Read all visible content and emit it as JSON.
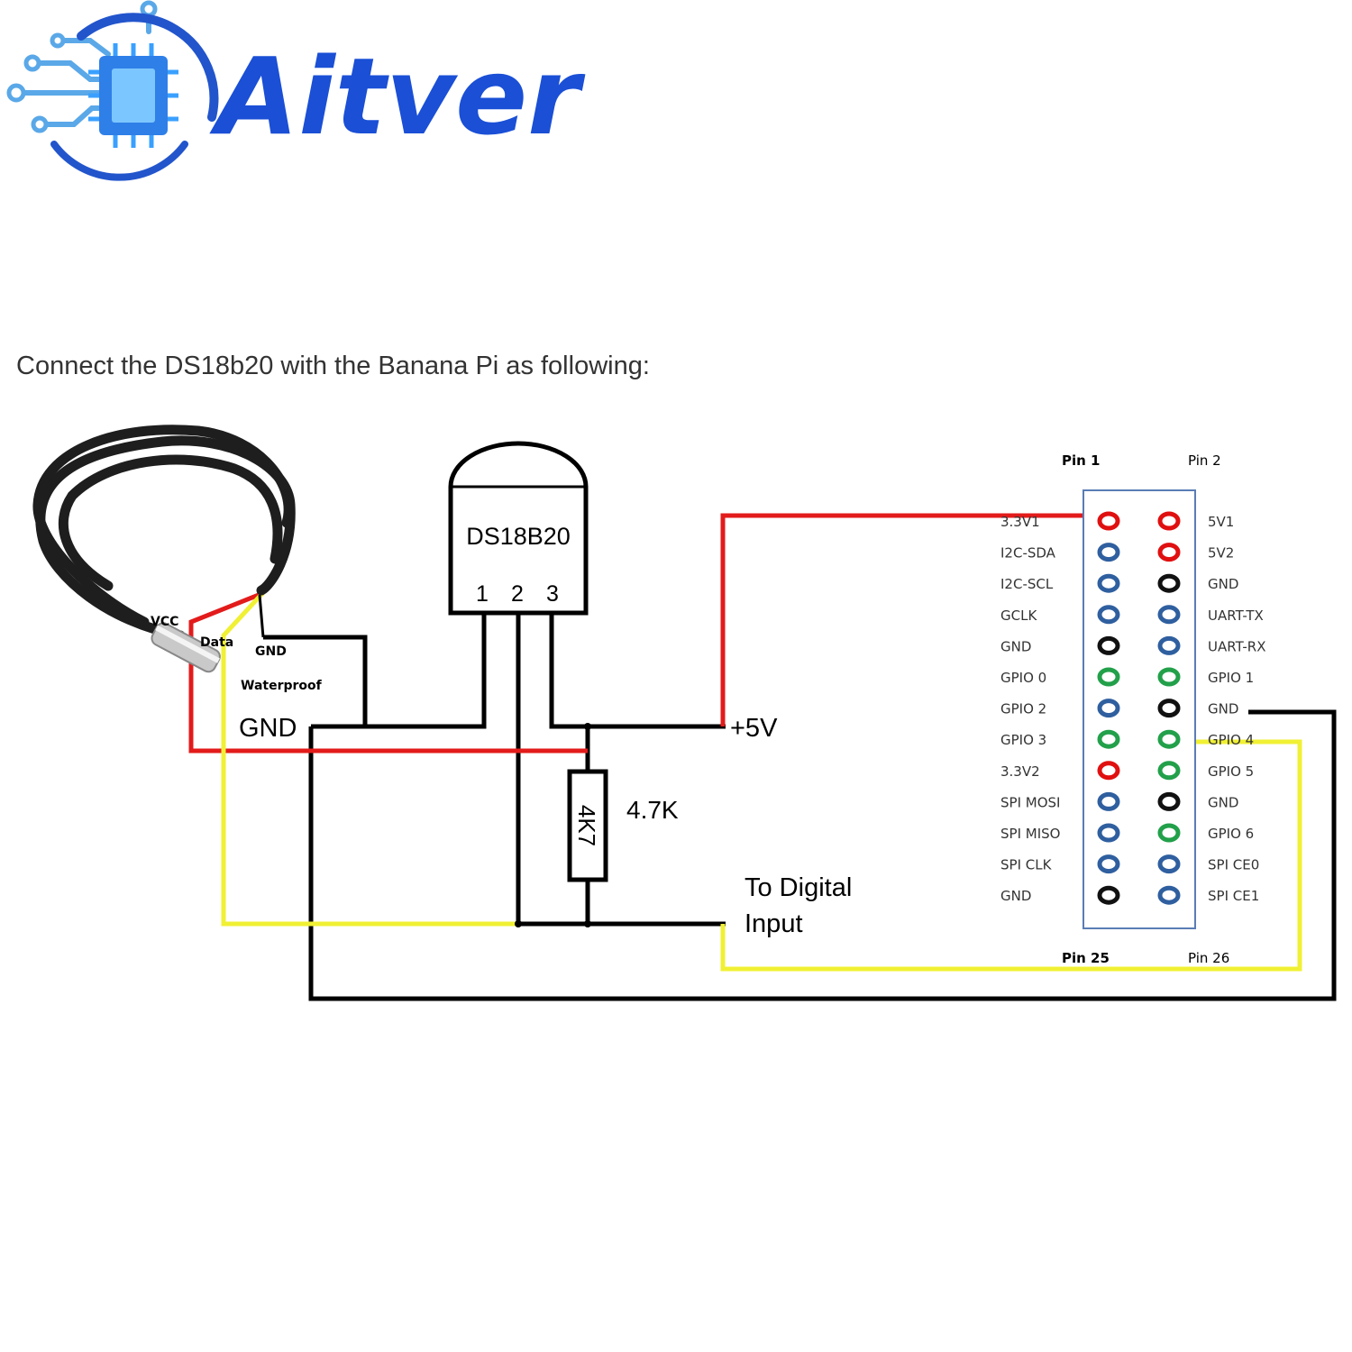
{
  "brand": {
    "name": "Aitver",
    "color": "#1a4fd6"
  },
  "instruction": "Connect the DS18b20 with the Banana Pi as following:",
  "sensor_probe": {
    "labels": [
      "VCC",
      "Data",
      "GND",
      "Waterproof"
    ]
  },
  "ic": {
    "name": "DS18B20",
    "pins": [
      "1",
      "2",
      "3"
    ]
  },
  "circuit": {
    "gnd_label": "GND",
    "vcc_label": "+5V",
    "resistor_body": "4K7",
    "resistor_value": "4.7K",
    "digital_input_line1": "To Digital",
    "digital_input_line2": "Input"
  },
  "header": {
    "pin1_label": "Pin 1",
    "pin2_label": "Pin 2",
    "pin25_label": "Pin 25",
    "pin26_label": "Pin 26",
    "left_labels": [
      "3.3V1",
      "I2C-SDA",
      "I2C-SCL",
      "GCLK",
      "GND",
      "GPIO 0",
      "GPIO 2",
      "GPIO 3",
      "3.3V2",
      "SPI MOSI",
      "SPI MISO",
      "SPI CLK",
      "GND"
    ],
    "right_labels": [
      "5V1",
      "5V2",
      "GND",
      "UART-TX",
      "UART-RX",
      "GPIO 1",
      "GND",
      "GPIO 4",
      "GPIO 5",
      "GND",
      "GPIO 6",
      "SPI CE0",
      "SPI CE1"
    ],
    "left_colors": [
      "red",
      "blue",
      "blue",
      "blue",
      "black",
      "green",
      "blue",
      "green",
      "red",
      "blue",
      "blue",
      "blue",
      "black"
    ],
    "right_colors": [
      "red",
      "red",
      "black",
      "blue",
      "blue",
      "green",
      "black",
      "green",
      "green",
      "black",
      "green",
      "blue",
      "blue"
    ]
  },
  "colors": {
    "red": "#e01010",
    "blue": "#2f5f9f",
    "black": "#111111",
    "green": "#22a04a",
    "wire_red": "#e31b1b",
    "wire_yellow": "#f0f034",
    "wire_black": "#000000",
    "header_border": "#5a7db5"
  }
}
